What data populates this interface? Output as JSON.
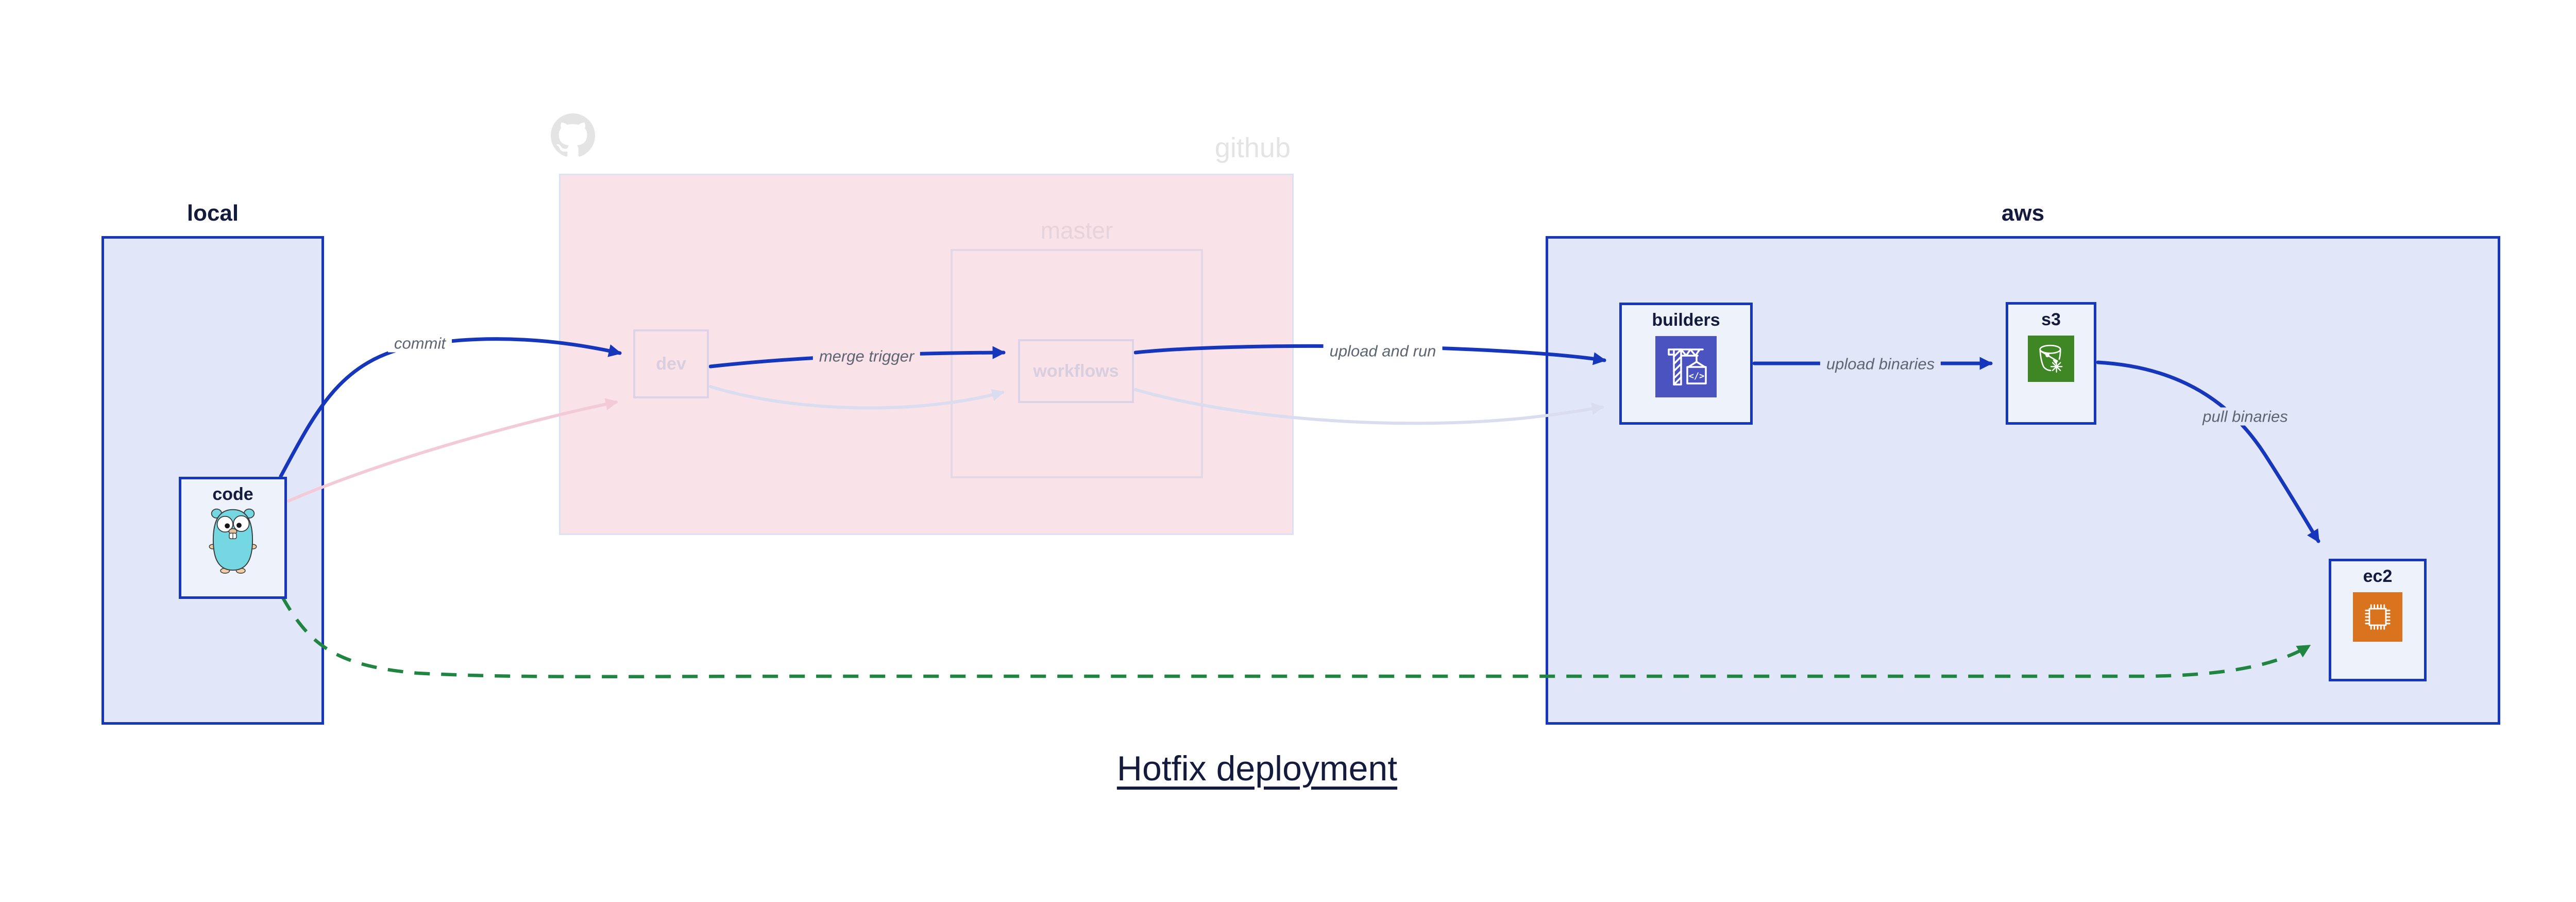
{
  "title": "Hotfix deployment",
  "containers": {
    "local": {
      "label": "local"
    },
    "github": {
      "label": "github"
    },
    "master": {
      "label": "master"
    },
    "aws": {
      "label": "aws"
    }
  },
  "nodes": {
    "code": {
      "label": "code",
      "icon": "go-gopher-icon"
    },
    "dev": {
      "label": "dev"
    },
    "workflows": {
      "label": "workflows"
    },
    "builders": {
      "label": "builders",
      "icon": "aws-codebuild-icon"
    },
    "s3": {
      "label": "s3",
      "icon": "aws-s3-icon"
    },
    "ec2": {
      "label": "ec2",
      "icon": "aws-ec2-icon"
    }
  },
  "edges": {
    "commit": {
      "label": "commit",
      "from": "code",
      "to": "dev",
      "style": "solid-blue"
    },
    "merge_trigger": {
      "label": "merge trigger",
      "from": "dev",
      "to": "workflows",
      "style": "solid-blue"
    },
    "upload_and_run": {
      "label": "upload and run",
      "from": "workflows",
      "to": "builders",
      "style": "solid-blue"
    },
    "upload_binaries": {
      "label": "upload binaries",
      "from": "builders",
      "to": "s3",
      "style": "solid-blue"
    },
    "pull_binaries": {
      "label": "pull binaries",
      "from": "s3",
      "to": "ec2",
      "style": "solid-blue"
    },
    "hotfix_bypass": {
      "label": "",
      "from": "code",
      "to": "ec2",
      "style": "dashed-green"
    },
    "faded_commit": {
      "label": "",
      "from": "code",
      "to": "dev",
      "style": "faded-pink"
    },
    "faded_merge": {
      "label": "",
      "from": "dev",
      "to": "workflows",
      "style": "faded-lavender"
    },
    "faded_upload": {
      "label": "",
      "from": "workflows",
      "to": "builders",
      "style": "faded-lavender"
    }
  },
  "colors": {
    "container_fill": "#e1e7f8",
    "node_fill": "#eef2fb",
    "blue": "#1636bb",
    "navy": "#141b3d",
    "pink_fill": "#f9e2e8",
    "github_border": "#dbe2f3",
    "master_border": "#e2d8e6",
    "master_text": "#e7d3dc",
    "faded_border": "#dcd3e9",
    "faded_text": "#d9cede",
    "github_gray": "#e4e4e4",
    "edge_label": "#5d6572",
    "green": "#1f8540",
    "edge_pink": "#f3cbd8",
    "edge_lavender": "#dadcf0",
    "codebuild": "#4b53c0",
    "s3_green": "#3f8624",
    "ec2_orange": "#d9731d",
    "gopher_body": "#74d7e2",
    "gopher_skin": "#f0cfa4"
  }
}
